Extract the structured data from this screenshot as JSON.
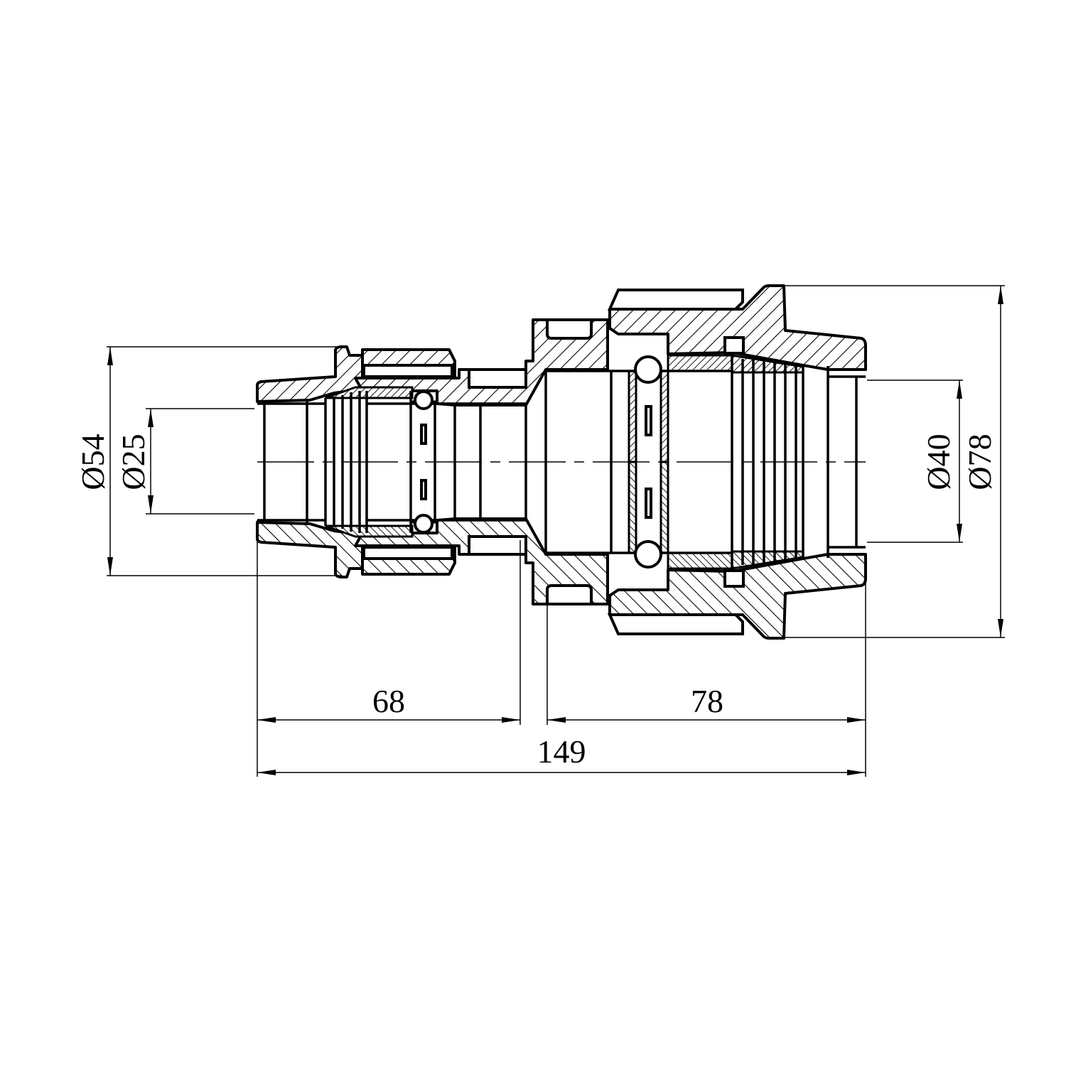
{
  "drawing": {
    "title": "Reducing compression coupling cross-section",
    "line_color": "#000000",
    "background": "#ffffff"
  },
  "dimensions": {
    "d_outer_left": "Ø54",
    "d_pipe_left": "Ø25",
    "d_pipe_right": "Ø40",
    "d_outer_right": "Ø78",
    "len_left": "68",
    "len_right": "78",
    "len_total": "149"
  }
}
